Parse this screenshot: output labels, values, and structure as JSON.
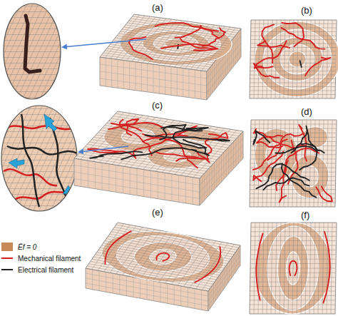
{
  "diagram": {
    "labels": [
      "(a)",
      "(b)",
      "(c)",
      "(d)",
      "(e)",
      "(f)"
    ],
    "legend": [
      {
        "text": "Ēf = 0",
        "color": "#c98a5a"
      },
      {
        "text": "Mechanical filament"
      },
      {
        "text": "Electrical filament"
      }
    ]
  }
}
